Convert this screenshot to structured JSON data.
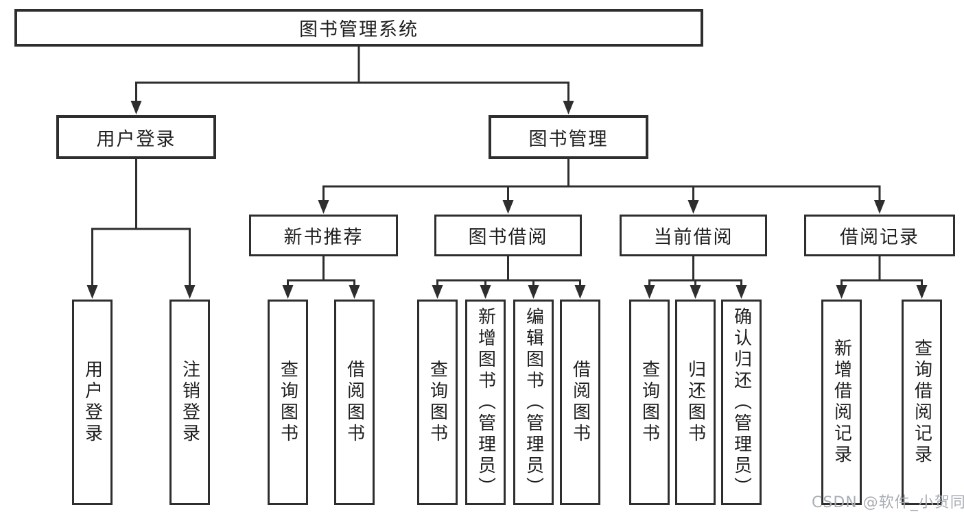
{
  "colors": {
    "background": "#ffffff",
    "line": "#2e2e2e",
    "box_border": "#2e2e2e",
    "text": "#1f1f1f",
    "watermark": "#a9aeb4"
  },
  "tree": {
    "root": {
      "label": "图书管理系统"
    },
    "user_login": {
      "label": "用户登录",
      "children": [
        {
          "label": "用户登录"
        },
        {
          "label": "注销登录"
        }
      ]
    },
    "book_management": {
      "label": "图书管理",
      "sections": [
        {
          "label": "新书推荐",
          "children": [
            {
              "label": "查询图书"
            },
            {
              "label": "借阅图书"
            }
          ]
        },
        {
          "label": "图书借阅",
          "children": [
            {
              "label": "查询图书"
            },
            {
              "label": "新增图书（管理员）"
            },
            {
              "label": "编辑图书（管理员）"
            },
            {
              "label": "借阅图书"
            }
          ]
        },
        {
          "label": "当前借阅",
          "children": [
            {
              "label": "查询图书"
            },
            {
              "label": "归还图书"
            },
            {
              "label": "确认归还（管理员）"
            }
          ]
        },
        {
          "label": "借阅记录",
          "children": [
            {
              "label": "新增借阅记录"
            },
            {
              "label": "查询借阅记录"
            }
          ]
        }
      ]
    }
  },
  "watermark": {
    "text": "CSDN @软件_小贺同学"
  }
}
